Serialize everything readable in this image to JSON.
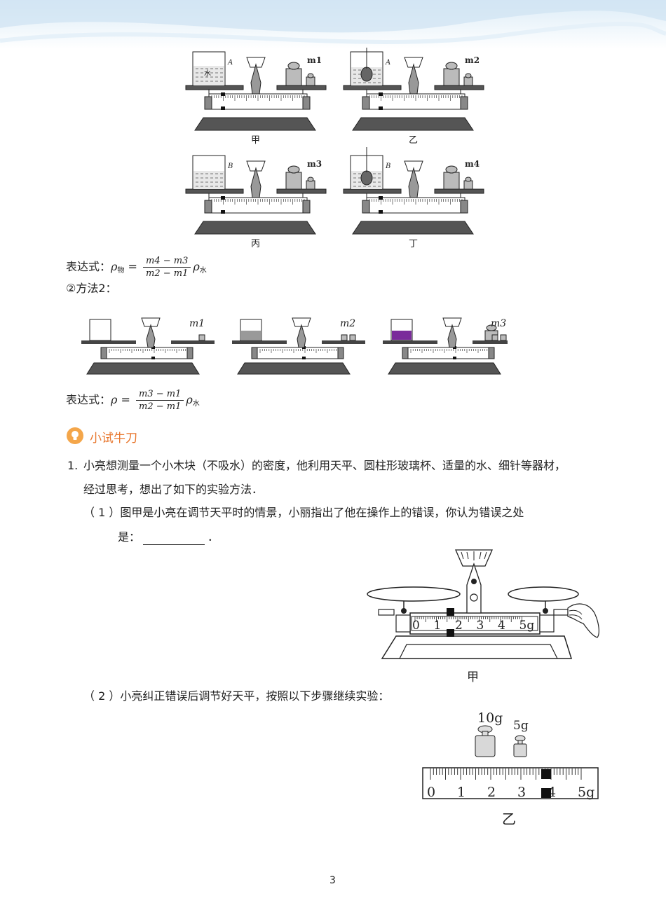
{
  "figures_top": {
    "captions": [
      "甲",
      "乙",
      "丙",
      "丁"
    ],
    "mass_labels": [
      "m1",
      "m2",
      "m3",
      "m4"
    ],
    "beaker_labels": [
      "A",
      "A",
      "B",
      "B"
    ],
    "water_label": "水"
  },
  "method1": {
    "expr_prefix": "表达式：",
    "rho_obj": "ρ物",
    "equals": " = ",
    "numerator": "m4 − m3",
    "denominator": "m2 − m1",
    "rho_water": "ρ水"
  },
  "method2": {
    "title": "②方法2：",
    "mass_labels": [
      "m1",
      "m2",
      "m3"
    ],
    "expr_prefix": "表达式：",
    "rho": "ρ",
    "equals": " = ",
    "numerator": "m3 − m1",
    "denominator": "m2 − m1",
    "rho_water": "ρ水"
  },
  "section": {
    "title": "小试牛刀"
  },
  "question1": {
    "number": "1.",
    "stem_line1": "小亮想测量一个小木块（不吸水）的密度，他利用天平、圆柱形玻璃杯、适量的水、细针等器材，",
    "stem_line2": "经过思考，想出了如下的实验方法．",
    "part1_line1": "（ 1 ）图甲是小亮在调节天平时的情景，小丽指出了他在操作上的错误，你认为错误之处",
    "part1_line2_prefix": "是：",
    "part1_line2_suffix": "．",
    "part2": "（ 2 ）小亮纠正错误后调节好天平，按照以下步骤继续实验：",
    "fig_jia_caption": "甲",
    "fig_yi_caption": "乙",
    "scale_numbers": [
      "0",
      "1",
      "2",
      "3",
      "4",
      "5g"
    ],
    "weights": [
      "10g",
      "5g"
    ]
  },
  "page_number": "3"
}
